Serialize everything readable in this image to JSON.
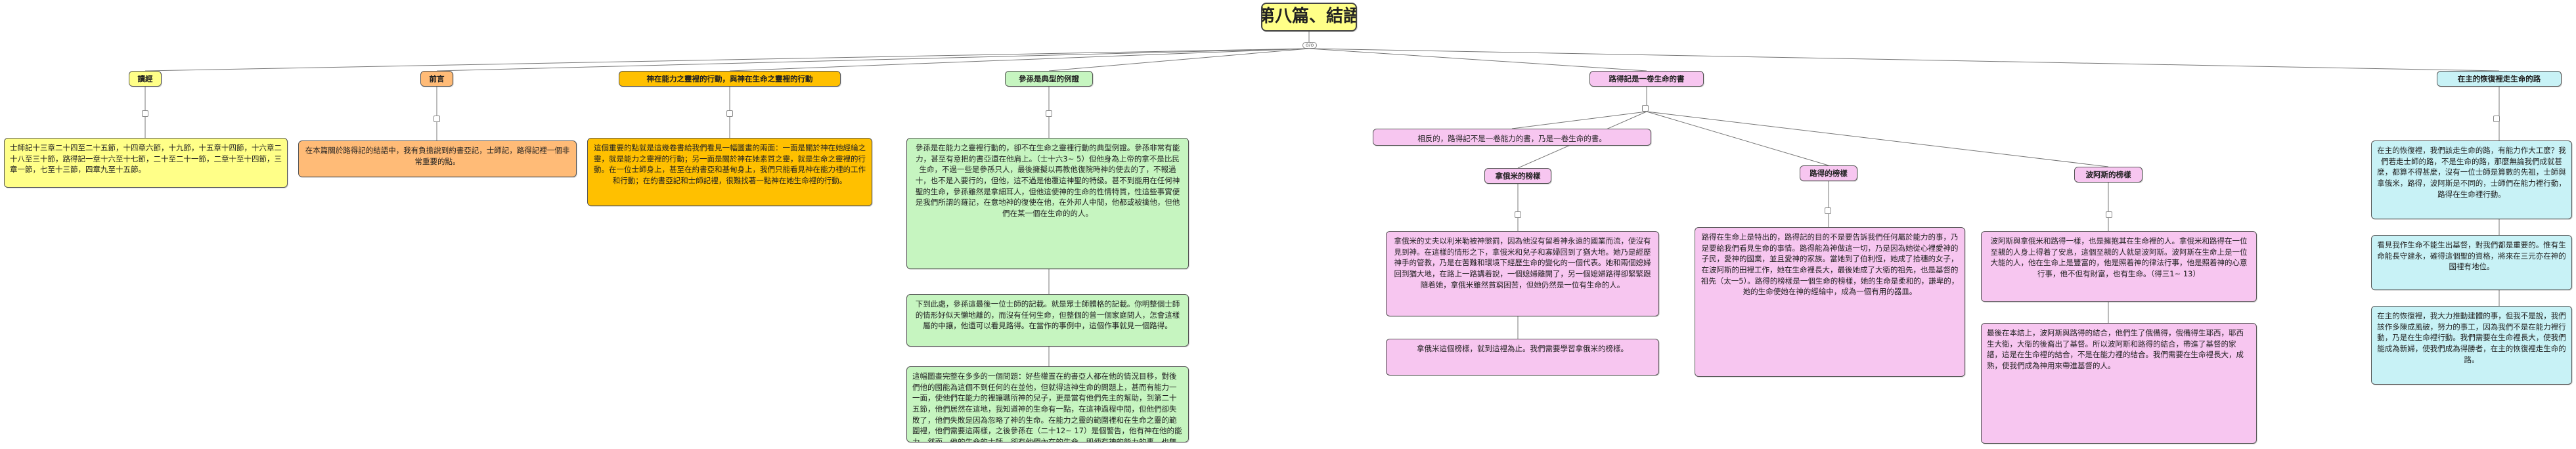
{
  "root": {
    "title": "第八篇、結語",
    "toggle": "o/o"
  },
  "branches": [
    {
      "id": "b1",
      "title": "讀經",
      "color": "yellow",
      "notes": [
        "士師記十三章二十四至二十五節，十四章六節，十九節，十五章十四節，十六章二十八至三十節，路得記一章十六至十七節，二十至二十一節，二章十至十四節，三章一節，七至十三節，四章九至十五節。"
      ]
    },
    {
      "id": "b2",
      "title": "前言",
      "color": "orange",
      "notes": [
        "在本篇關於路得記的結語中，我有負擔說到約書亞記，士師記，路得記裡一個非常重要的點。"
      ]
    },
    {
      "id": "b3",
      "title": "神在能力之靈裡的行動，與神在生命之靈裡的行動",
      "color": "gold",
      "notes": [
        "這個重要的點就是這幾卷書給我們看見一幅圖畫的兩面：一面是關於神在她經綸之靈，就是能力之靈裡的行動；另一面是關於神在她素質之靈，就是生命之靈裡的行動。在一位士師身上，甚至在約書亞和基甸身上，我們只能看見神在能力裡的工作和行動；在約書亞記和士師記裡，很難找著一點神在她生命裡的行動。"
      ]
    },
    {
      "id": "b4",
      "title": "參孫是典型的例證",
      "color": "green",
      "notes": [
        "參孫是在能力之靈裡行動的，卻不在生命之靈裡行動的典型例證。參孫非常有能力，甚至有意把約書亞還在他肩上。（士十六3~ 5）但他身為上帝的拿不是比民生命，不過一些是參孫只人，最後擁擬以再教他復院時神的使去的了，不報過十，也不是入要行的，但他，這不過是他覆這神聖的特級。甚不到能用在任何神聖的生命，參孫雖然是拿細耳人，但他這使神的生命的性情特質，性這些事實便是我們所謂的羅記，在意地神的復使在他，在外邦人中間，他都或被擒他，但他們在某一個在生命的的人。",
        "下到此處，參孫這最後一位士師的記載。就是眾士師體格的記載。你明整個士師的情形好似天懶地離的，而沒有任何生命，但整個的普一個家庭問人，怎會這樣屬的中讓，他還可以看見路得。在當作的事例中，這個作事就見一個路得。",
        "這幅圖畫完整在多多的一個問題：好些權置在約書亞人都在他的情況目移，對後們他的國能為這個不到任何的在並他，但就得這神生命的問題上，甚而有能力一一面，使他們在能力的裡讓職所神的兒子，更是當有他們先主的幫助，到第二十五節，他們居然在這地，我知道神的生命有一點，在這神過程中間，但他們卻失敗了，他們失敗是因為忽略了神的生命。在能力之靈的範圍裡和在生命之靈的範圍裡，他們需要這兩樣，之後參孫在（二十12~ 17）是個警告，他有神在他的能力，然而，他的生命的士師，卻有他們內在的生命，即使有神的能力的事，也無法得勝。"
      ]
    },
    {
      "id": "b5",
      "title": "路得記是一卷生命的書",
      "color": "pink",
      "notes": [
        "相反的，路得記不是一卷能力的書，乃是一卷生命的書。"
      ],
      "children": [
        {
          "title": "拿俄米的榜樣",
          "notes": [
            "拿俄米的丈夫以利米勒被神懲罰，因為他沒有留着神永遠的國業而流，使沒有見到神。在這樣的情形之下，拿俄米和兒子和寡婦回到了猶大地。她乃是經歷神手的管教，乃是在苦難和環境下經歷生命的變化的一個代表。她和兩個媳婦回到猶大地，在路上一路講着說，一個媳婦離開了，另一個媳婦路得卻緊緊跟隨着她，拿俄米雖然貧窮困苦，但她仍然是一位有生命的人。",
            "拿俄米這個榜樣，就到這裡為止。我們需要學習拿俄米的榜樣。"
          ]
        },
        {
          "title": "路得的榜樣",
          "notes": [
            "路得在生命上是特出的，路得記的目的不是要告訴我們任何屬於能力的事，乃是要給我們看見生命的事情。路得能為神做這一切，乃是因為她從心裡愛神的子民，愛神的國業，並且愛神的家族。當她到了伯利恆，她成了拾穗的女子，在波阿斯的田裡工作，她在生命裡長大，最後她成了大衛的祖先，也是基督的祖先（太一5）。路得的榜樣是一個生命的榜樣，她的生命是柔和的，謙卑的，她的生命使她在神的經綸中，成為一個有用的器皿。"
          ]
        },
        {
          "title": "波阿斯的榜樣",
          "notes": [
            "波阿斯與拿俄米和路得一樣，也是擁抱其在生命裡的人。拿俄米和路得在一位至親的人身上得着了安息，這個至親的人就是波阿斯。波阿斯在生命上是一位大能的人，他在生命上是豐富的，他是照着神的律法行事，他是照着神的心意行事，他不但有財富，也有生命。（得三1~ 13）",
            "最後在本結上，波阿斯與路得的結合，他們生了俄備得，俄備得生耶西，耶西生大衛，大衛的後裔出了基督。所以波阿斯和路得的結合，帶進了基督的家譜，這是在生命裡的結合，不是在能力裡的結合。我們需要在生命裡長大，成熟，使我們成為神用來帶進基督的人。"
          ]
        }
      ]
    },
    {
      "id": "b6",
      "title": "在主的恢復裡走生命的路",
      "color": "cyan",
      "notes": [
        "在主的恢復裡，我們該走生命的路，有能力作大工麼？我們若走士師的路，不是生命的路，那麼無論我們成就甚麼，都算不得甚麼，沒有一位士師是算數的先祖，士師與拿俄米，路得，波阿斯是不同的，士師們在能力裡行動，路得在生命裡行動。",
        "看見我作生命不能生出基督，對我們都是重要的。惟有生命能長守建永，確得這個聖的資格，將來在三元亦在神的國裡有地位。",
        "在主的恢復裡，我大力推動建體的事，但我不是說，我們該作多陳成風破，努力的事工，因為我們不是在能力裡行動，乃是在生命裡行動。我們需要在生命裡長大，使我們能成為新婦，使我們成為得勝者，在主的恢復裡走生命的路。"
      ]
    }
  ]
}
